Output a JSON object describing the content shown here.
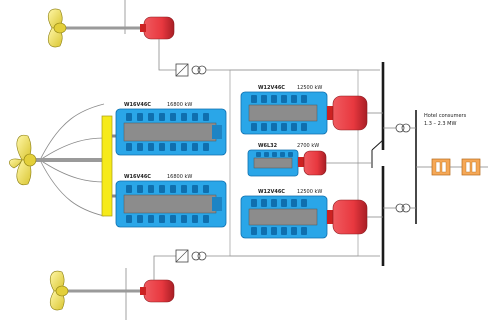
{
  "diagram": {
    "colors": {
      "engine_blue": "#2aa6e8",
      "engine_dark": "#0f6fae",
      "engine_grey": "#8c8c8c",
      "generator_red": "#e8383f",
      "generator_dark": "#a81e25",
      "gearbox_yellow": "#f6ea1a",
      "propeller_yellow": "#f3e24c",
      "shaft_grey": "#9a9a9a",
      "converter_orange": "#f6a857",
      "busbar": "#1a1a1a"
    },
    "main_engines": [
      {
        "model": "W16V46C",
        "power": "16800 kW"
      },
      {
        "model": "W16V46C",
        "power": "16800 kW"
      }
    ],
    "gensets": [
      {
        "model": "W12V46C",
        "power": "12500 kW"
      },
      {
        "model": "W6L32",
        "power": "2700 kW"
      },
      {
        "model": "W12V46C",
        "power": "12500 kW"
      }
    ],
    "hotel_load": {
      "line1": "Hotel consumers",
      "line2": "1.3 – 2.3 MW"
    },
    "icons": [
      "propeller-icon",
      "electric-motor-icon",
      "converter-icon",
      "transformer-icon",
      "breaker-icon",
      "gearbox-icon"
    ]
  }
}
